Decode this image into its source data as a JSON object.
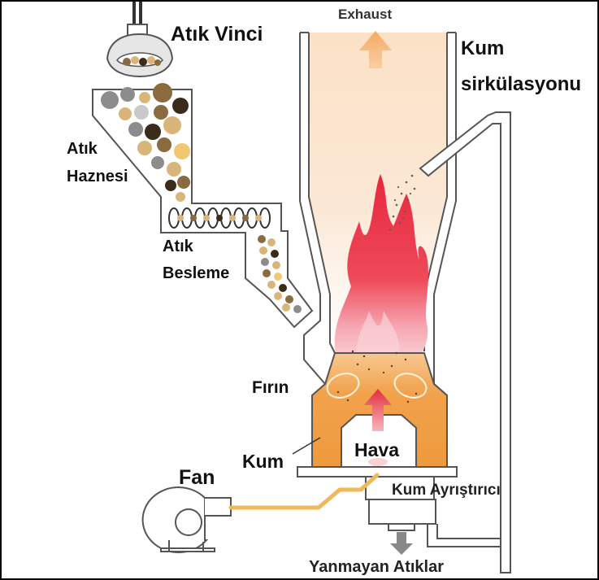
{
  "labels": {
    "crane": "Atık Vinci",
    "exhaust": "Exhaust",
    "sand_circulation_line1": "Kum",
    "sand_circulation_line2": "sirkülasyonu",
    "hopper_line1": "Atık",
    "hopper_line2": "Haznesi",
    "feeder_line1": "Atık",
    "feeder_line2": "Besleme",
    "furnace": "Fırın",
    "sand": "Kum",
    "air": "Hava",
    "fan": "Fan",
    "sand_separator": "Kum Ayrıştırıcı",
    "unburnt_waste": "Yanmayan Atıklar"
  },
  "colors": {
    "sand_orange": "#f0a34a",
    "air_arrow": "#e32d3b",
    "exhaust_arrow": "#f4b676",
    "fan_duct": "#f0b85a",
    "flame_red": "#e9374a",
    "outline": "#555555",
    "waste_brown": "#8a6a3f",
    "waste_tan": "#d9b57a",
    "waste_grey": "#8c8c8c",
    "waste_dark": "#3b2b1b"
  },
  "icons": {
    "exhaust": "up-arrow-icon",
    "air": "up-arrow-icon",
    "unburnt": "down-arrow-icon",
    "crane": "grab-bucket-icon",
    "fan": "blower-fan-icon"
  }
}
